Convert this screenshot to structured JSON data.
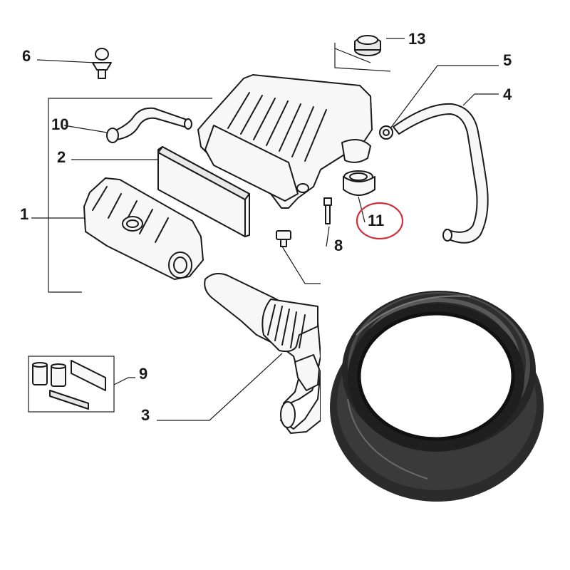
{
  "callouts": {
    "c1": "1",
    "c2": "2",
    "c3": "3",
    "c4": "4",
    "c5": "5",
    "c6": "6",
    "c8": "8",
    "c9": "9",
    "c10": "10",
    "c11": "11",
    "c13": "13"
  },
  "highlighted_part": "11",
  "colors": {
    "highlight_ring": "#d0303a",
    "line_art": "#1a1a1a",
    "seal_rubber": "#2b2b2b"
  }
}
